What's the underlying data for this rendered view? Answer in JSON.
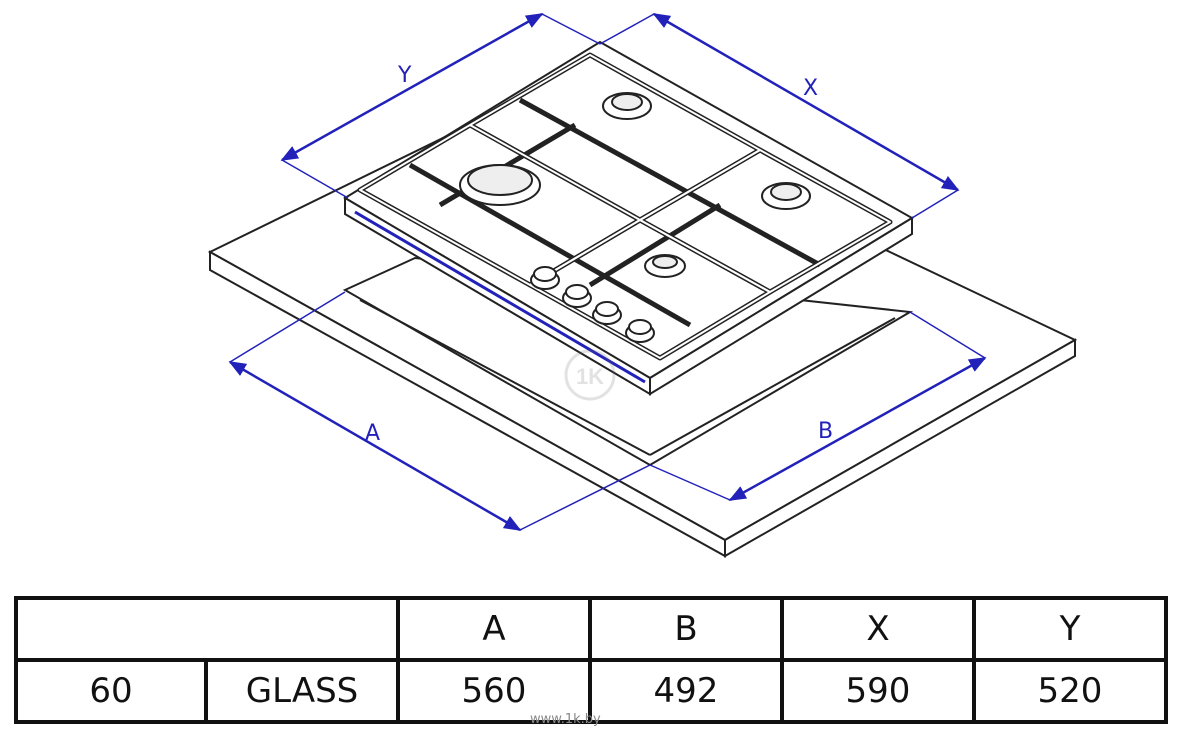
{
  "diagram": {
    "labels": {
      "dim_y": "Y",
      "dim_x": "X",
      "dim_a": "A",
      "dim_b": "B"
    },
    "colors": {
      "dimension_line": "#2222bb",
      "outline": "#222222",
      "surface": "#ffffff"
    },
    "watermark_logo": "1K"
  },
  "table": {
    "header": [
      "",
      "A",
      "B",
      "X",
      "Y"
    ],
    "row": [
      "60",
      "GLASS",
      "560",
      "492",
      "590",
      "520"
    ]
  },
  "watermark_site": "www.1k.by"
}
